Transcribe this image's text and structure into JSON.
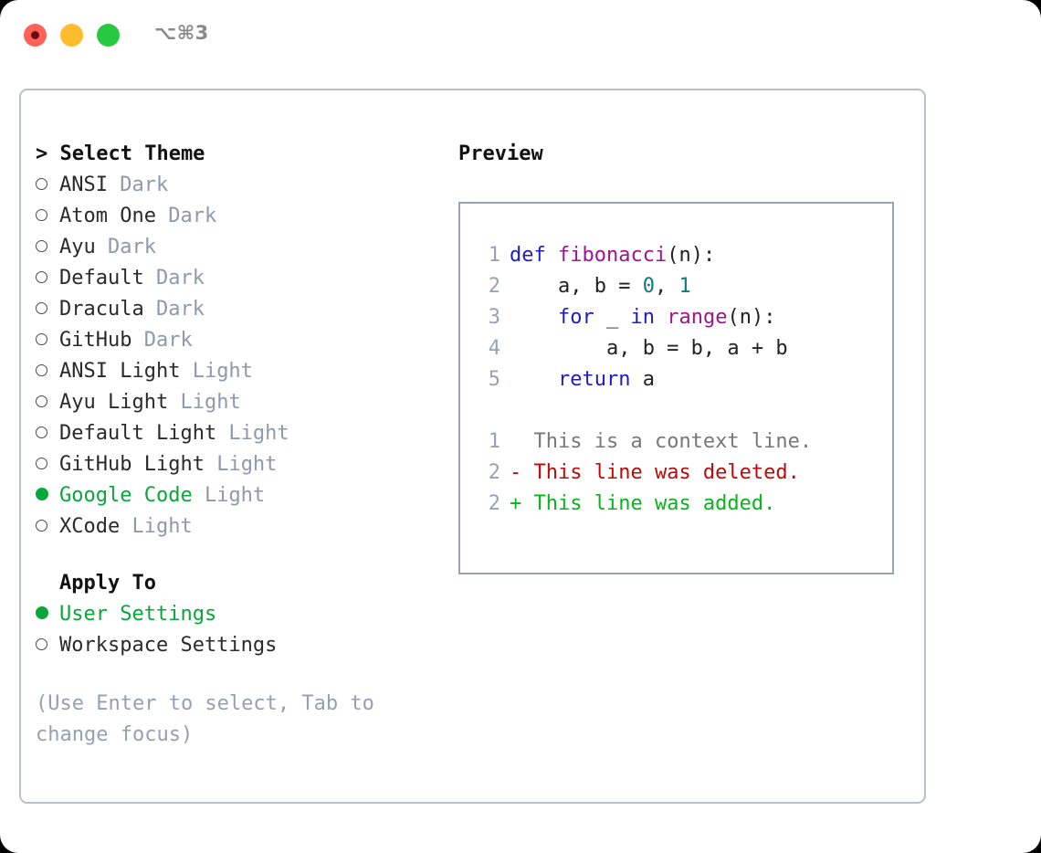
{
  "titlebar": {
    "shortcut": "⌥⌘3",
    "buttons": {
      "close": "close",
      "minimize": "minimize",
      "maximize": "maximize"
    }
  },
  "theme_picker": {
    "header": "> Select Theme",
    "markers": {
      "selected": "●",
      "unselected": "○"
    },
    "selected_theme": "Google Code",
    "items": [
      {
        "marker": "○",
        "name": "ANSI",
        "tag": "Dark",
        "selected": false
      },
      {
        "marker": "○",
        "name": "Atom One",
        "tag": "Dark",
        "selected": false
      },
      {
        "marker": "○",
        "name": "Ayu",
        "tag": "Dark",
        "selected": false
      },
      {
        "marker": "○",
        "name": "Default",
        "tag": "Dark",
        "selected": false
      },
      {
        "marker": "○",
        "name": "Dracula",
        "tag": "Dark",
        "selected": false
      },
      {
        "marker": "○",
        "name": "GitHub",
        "tag": "Dark",
        "selected": false
      },
      {
        "marker": "○",
        "name": "ANSI Light",
        "tag": "Light",
        "selected": false
      },
      {
        "marker": "○",
        "name": "Ayu Light",
        "tag": "Light",
        "selected": false
      },
      {
        "marker": "○",
        "name": "Default Light",
        "tag": "Light",
        "selected": false
      },
      {
        "marker": "○",
        "name": "GitHub Light",
        "tag": "Light",
        "selected": false
      },
      {
        "marker": "●",
        "name": "Google Code",
        "tag": "Light",
        "selected": true
      },
      {
        "marker": "○",
        "name": "XCode",
        "tag": "Light",
        "selected": false
      }
    ]
  },
  "apply_to": {
    "header": "Apply To",
    "selected_option": "User Settings",
    "options": [
      {
        "marker": "●",
        "label": "User Settings",
        "selected": true
      },
      {
        "marker": "○",
        "label": "Workspace Settings",
        "selected": false
      }
    ]
  },
  "hint": "(Use Enter to select, Tab to change focus)",
  "preview": {
    "title": "Preview",
    "code_lines": [
      {
        "number": "1",
        "tokens": [
          {
            "text": "def ",
            "type": "kw"
          },
          {
            "text": "fibonacci",
            "type": "fn"
          },
          {
            "text": "(n):",
            "type": "pl"
          }
        ]
      },
      {
        "number": "2",
        "tokens": [
          {
            "text": "    a, b = ",
            "type": "pl"
          },
          {
            "text": "0",
            "type": "num"
          },
          {
            "text": ", ",
            "type": "pl"
          },
          {
            "text": "1",
            "type": "num"
          }
        ]
      },
      {
        "number": "3",
        "tokens": [
          {
            "text": "    for",
            "type": "kw"
          },
          {
            "text": " _ ",
            "type": "pl"
          },
          {
            "text": "in",
            "type": "kw"
          },
          {
            "text": " ",
            "type": "pl"
          },
          {
            "text": "range",
            "type": "fn"
          },
          {
            "text": "(n):",
            "type": "pl"
          }
        ]
      },
      {
        "number": "4",
        "tokens": [
          {
            "text": "        a, b = b, a + b",
            "type": "pl"
          }
        ]
      },
      {
        "number": "5",
        "tokens": [
          {
            "text": "    return",
            "type": "kw"
          },
          {
            "text": " a",
            "type": "pl"
          }
        ]
      }
    ],
    "diff_lines": [
      {
        "number": "1",
        "prefix": "  ",
        "text": "This is a context line.",
        "type": "ctx"
      },
      {
        "number": "2",
        "prefix": "- ",
        "text": "This line was deleted.",
        "type": "del"
      },
      {
        "number": "2",
        "prefix": "+ ",
        "text": "This line was added.",
        "type": "add"
      }
    ]
  },
  "colors": {
    "accent_green": "#07a83a",
    "tag_gray": "#8e99ab",
    "hint_gray": "#95a0b2",
    "panel_border": "#b9c0cc",
    "preview_border": "#97a3b6",
    "keyword_blue": "#1d1cc4",
    "function_magenta": "#a2148c",
    "number_teal": "#0b7b7b",
    "diff_delete_red": "#c00808",
    "diff_add_green": "#07b41c",
    "traffic_red": "#ff6159",
    "traffic_yellow": "#ffbd2e",
    "traffic_green": "#28c840"
  }
}
